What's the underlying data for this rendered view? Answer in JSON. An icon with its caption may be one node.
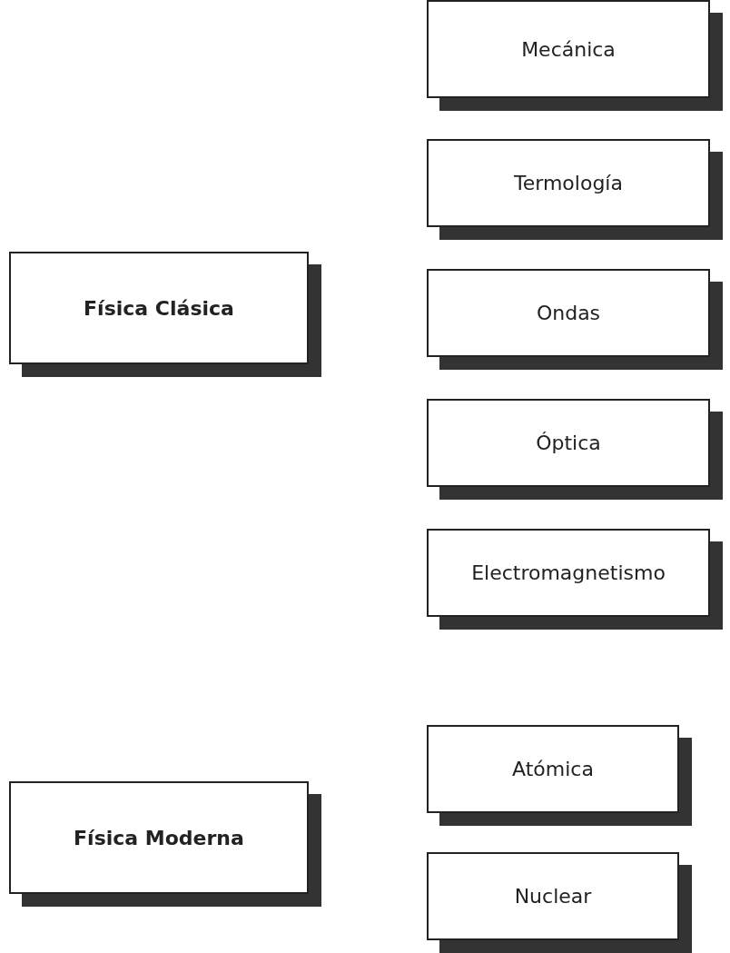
{
  "diagram": {
    "nodes": [
      {
        "text": [
          "Física Clásica"
        ]
      },
      {
        "text": [
          "Mecánica"
        ]
      },
      {
        "text": [
          "Termología"
        ]
      },
      {
        "text": [
          "Ondas"
        ]
      },
      {
        "text": [
          "Óptica"
        ]
      },
      {
        "text": [
          "Electromagnetismo"
        ]
      },
      {
        "text": [
          "Física Moderna"
        ]
      },
      {
        "text": [
          "Atómica"
        ]
      },
      {
        "text": [
          "Nuclear"
        ]
      }
    ]
  }
}
